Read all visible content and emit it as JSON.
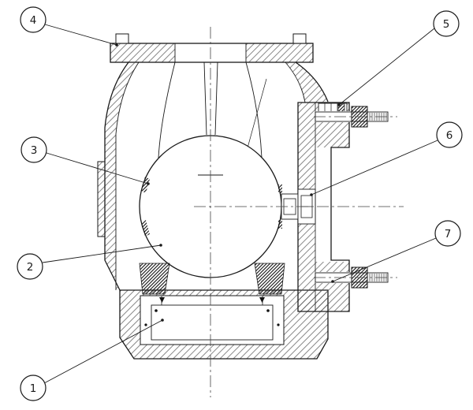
{
  "colors": {
    "background": "#ffffff",
    "line": "#1a1a1a",
    "hatch": "#555555"
  },
  "drawing": {
    "callouts": [
      {
        "label": "1"
      },
      {
        "label": "2"
      },
      {
        "label": "3"
      },
      {
        "label": "4"
      },
      {
        "label": "5"
      },
      {
        "label": "6"
      },
      {
        "label": "7"
      }
    ]
  }
}
